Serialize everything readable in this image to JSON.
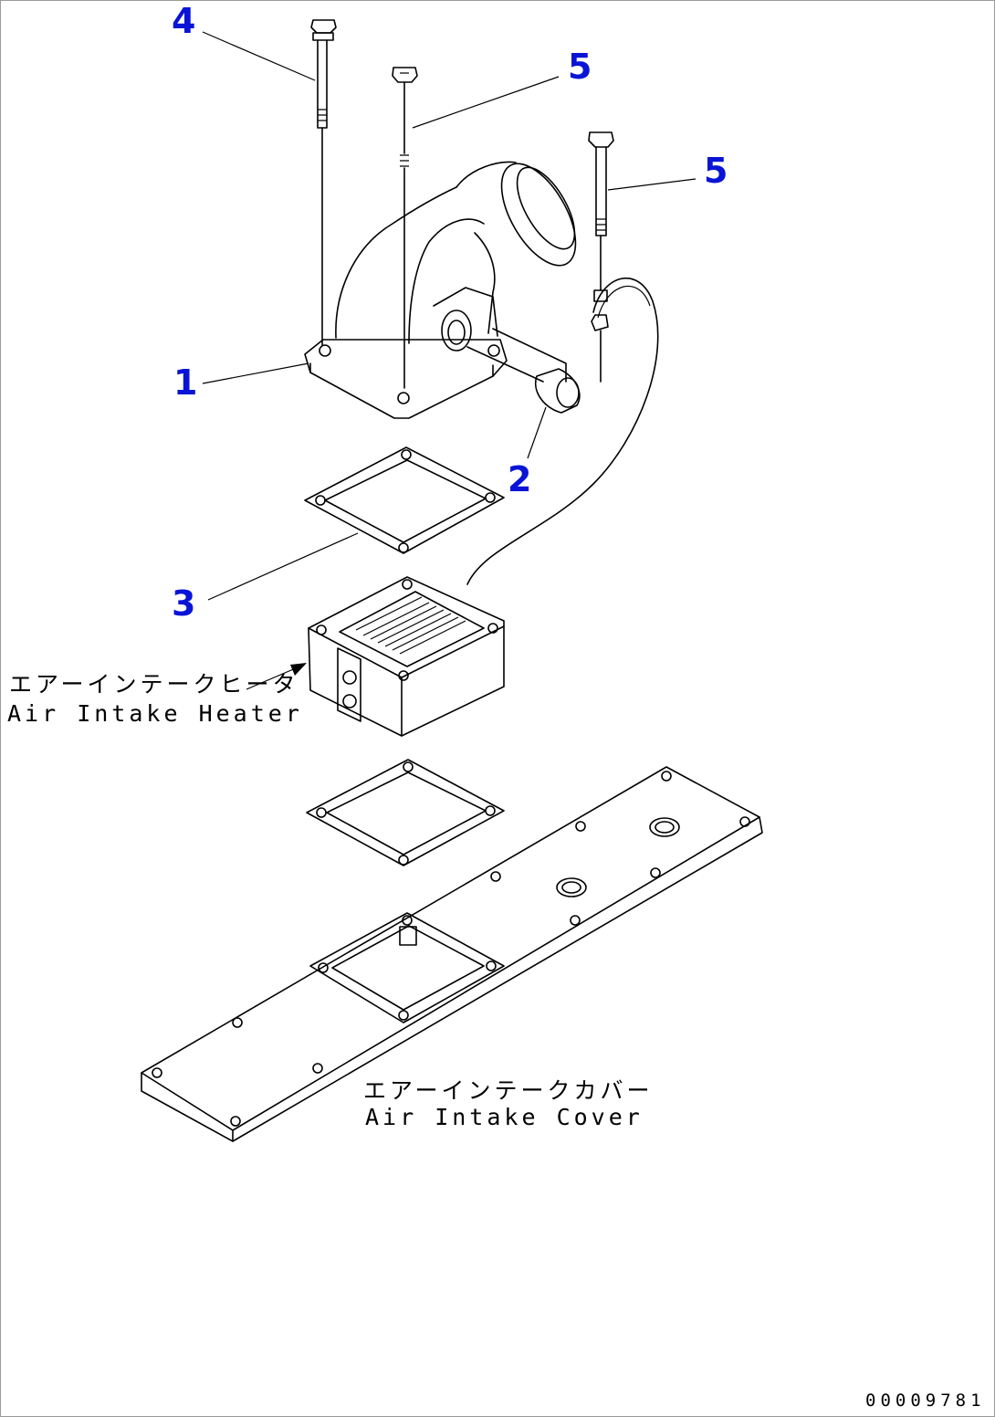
{
  "callouts": {
    "part_1": "1",
    "part_2": "2",
    "part_3": "3",
    "part_4": "4",
    "part_5a": "5",
    "part_5b": "5"
  },
  "labels": {
    "heater_jp": "エアーインテークヒータ",
    "heater_en": "Air Intake Heater",
    "cover_jp": "エアーインテークカバー",
    "cover_en": "Air Intake Cover"
  },
  "drawing_code": "00009781",
  "colors": {
    "callout": "#0a14d6",
    "line": "#000000"
  }
}
